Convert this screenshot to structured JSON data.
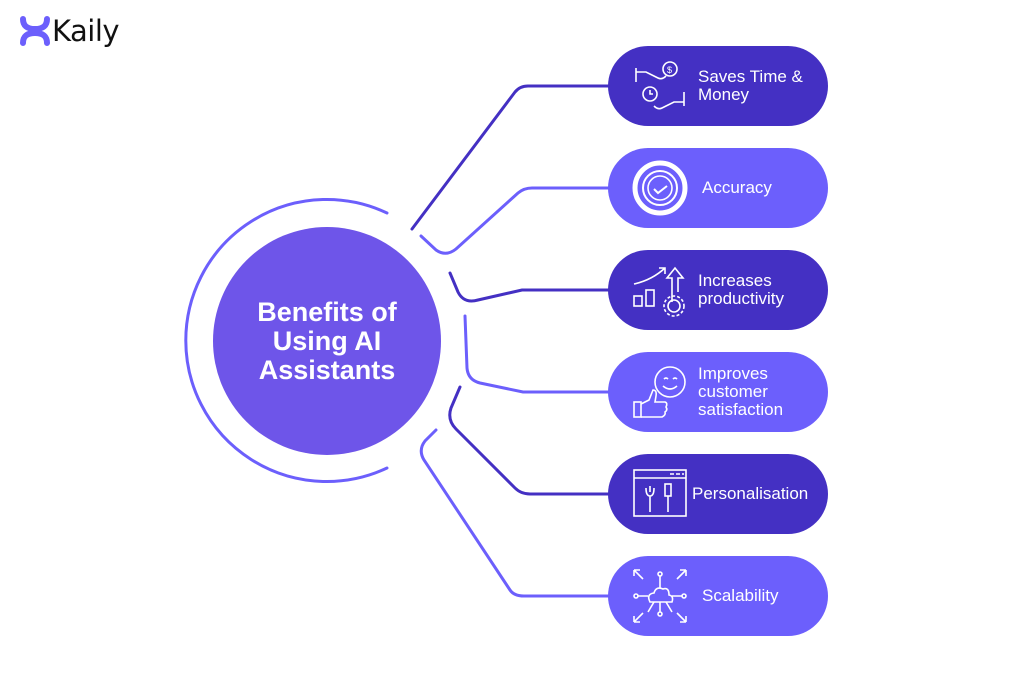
{
  "brand": {
    "name": "Kaily"
  },
  "hub": {
    "title": "Benefits of Using AI Assistants"
  },
  "benefits": [
    {
      "label": "Saves Time & Money",
      "icon": "money-time-hands-icon",
      "tone": "dark"
    },
    {
      "label": "Accuracy",
      "icon": "check-target-icon",
      "tone": "light"
    },
    {
      "label": "Increases productivity",
      "icon": "growth-chart-gear-icon",
      "tone": "dark"
    },
    {
      "label": "Improves customer satisfaction",
      "icon": "thumbs-up-smile-icon",
      "tone": "light"
    },
    {
      "label": "Personalisation",
      "icon": "browser-tools-icon",
      "tone": "dark"
    },
    {
      "label": "Scalability",
      "icon": "cloud-network-icon",
      "tone": "light"
    }
  ],
  "colors": {
    "dark": "#4430c3",
    "light": "#6c5ffc",
    "hub": "#6e55e9"
  }
}
